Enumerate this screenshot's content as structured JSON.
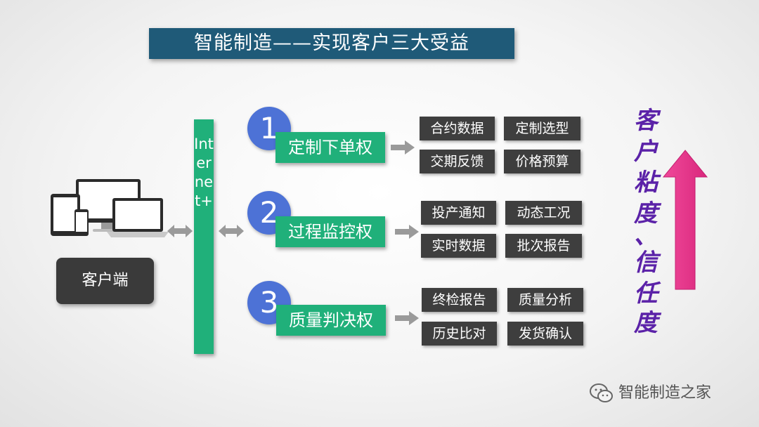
{
  "title": "智能制造——实现客户三大受益",
  "client": {
    "label": "客户端"
  },
  "internet": {
    "label": "Internet+"
  },
  "rights": [
    {
      "number": "1",
      "label": "定制下单权",
      "items": [
        "合约数据",
        "定制选型",
        "交期反馈",
        "价格预算"
      ]
    },
    {
      "number": "2",
      "label": "过程监控权",
      "items": [
        "投产通知",
        "动态工况",
        "实时数据",
        "批次报告"
      ]
    },
    {
      "number": "3",
      "label": "质量判决权",
      "items": [
        "终检报告",
        "质量分析",
        "历史比对",
        "发货确认"
      ]
    }
  ],
  "benefit": {
    "lines": [
      "客",
      "户",
      "粘",
      "度",
      "、",
      "信",
      "任",
      "度"
    ],
    "arrow_direction": "up"
  },
  "watermark": "智能制造之家",
  "colors": {
    "title_bg": "#1f5a78",
    "green": "#20b07a",
    "circle_blue": "#4d72d6",
    "item_dark": "#3e3e3e",
    "client_dark": "#3a3a3a",
    "arrow_gray": "#9a9a9a",
    "benefit_text": "#5b22a8",
    "benefit_arrow": "#e8328a"
  },
  "icons": [
    "devices-icon",
    "double-arrow-icon",
    "right-arrow-icon",
    "up-arrow-icon",
    "wechat-icon"
  ]
}
